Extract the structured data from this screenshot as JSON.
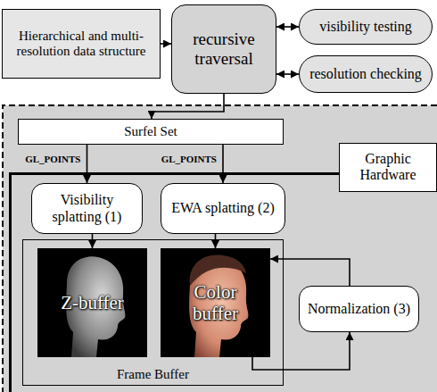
{
  "diagram": {
    "nodes": [
      {
        "text": [
          "Hierarchical and multi-resolution data structure"
        ]
      },
      {
        "text": [
          "recursive traversal"
        ]
      },
      {
        "text": [
          "visibility testing"
        ]
      },
      {
        "text": [
          "resolution checking"
        ]
      },
      {
        "text": [
          "Surfel Set"
        ]
      },
      {
        "text": [
          "Graphic Hardware"
        ]
      },
      {
        "text": [
          "Visibility splatting (1)"
        ],
        "in": 5
      },
      {
        "text": [
          "EWA splatting (2)"
        ],
        "in": 5
      },
      {
        "text": [
          "Frame Buffer"
        ],
        "in": 5
      },
      {
        "text": [
          "Z-buffer"
        ],
        "in": 8
      },
      {
        "text": [
          "Color buffer"
        ],
        "in": 8
      },
      {
        "text": [
          "Normalization (3)"
        ],
        "in": 5
      }
    ],
    "edges": [
      {
        "from": 0,
        "to": 1,
        "arrow": "to"
      },
      {
        "from": 1,
        "to": 2,
        "arrow": "both"
      },
      {
        "from": 1,
        "to": 3,
        "arrow": "both"
      },
      {
        "from": 1,
        "to": 4,
        "arrow": "to"
      },
      {
        "from": 4,
        "to": 6,
        "label": "GL_POINTS",
        "arrow": "to"
      },
      {
        "from": 4,
        "to": 7,
        "label": "GL_POINTS",
        "arrow": "to"
      },
      {
        "from": 6,
        "to": 9,
        "arrow": "to"
      },
      {
        "from": 7,
        "to": 10,
        "arrow": "to"
      },
      {
        "from": 10,
        "to": 11,
        "arrow": "to"
      },
      {
        "from": 11,
        "to": 10,
        "arrow": "to"
      }
    ]
  }
}
